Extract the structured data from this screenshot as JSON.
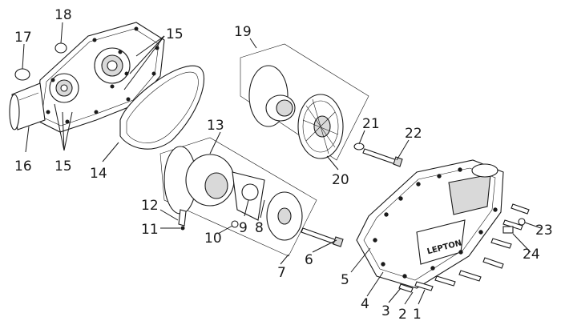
{
  "labels": {
    "l1": "1",
    "l2": "2",
    "l3": "3",
    "l4": "4",
    "l5": "5",
    "l6": "6",
    "l7": "7",
    "l8": "8",
    "l9": "9",
    "l10": "10",
    "l11": "11",
    "l12": "12",
    "l13": "13",
    "l14": "14",
    "l15a": "15",
    "l15b": "15",
    "l16": "16",
    "l17": "17",
    "l18": "18",
    "l19": "19",
    "l20": "20",
    "l21": "21",
    "l22": "22",
    "l23": "23",
    "l24": "24"
  },
  "cover_logo": "LEPTON",
  "colors": {
    "line": "#1a1a1a",
    "shade": "#d9d9d9",
    "background": "#ffffff"
  }
}
